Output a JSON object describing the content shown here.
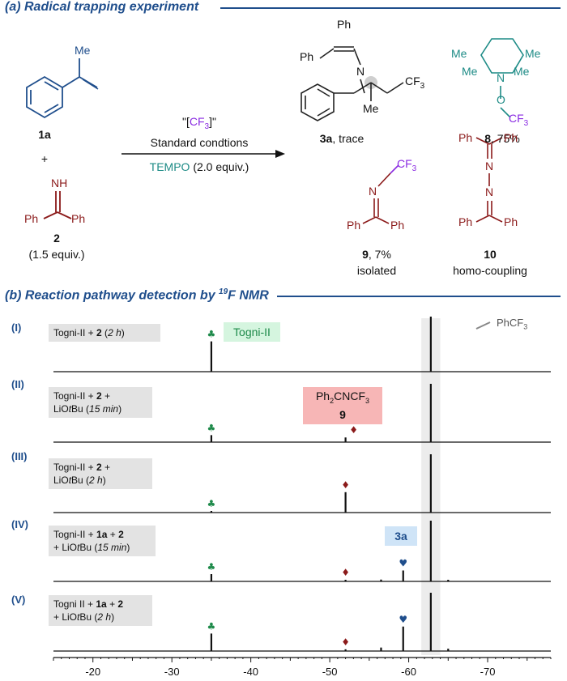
{
  "section_a": {
    "title": "(a) Radical trapping experiment"
  },
  "section_b": {
    "title_prefix": "(b) Reaction pathway detection by ",
    "title_sup": "19",
    "title_suffix": "F NMR"
  },
  "scheme": {
    "reactant1": {
      "label": "1a",
      "substituent": "Me"
    },
    "plus": "+",
    "reactant2": {
      "label": "2",
      "equiv": "(1.5 equiv.)",
      "nh": "NH",
      "ph_left": "Ph",
      "ph_right": "Ph"
    },
    "reagent": {
      "cf3_open": "\"[",
      "cf3": "CF",
      "cf3_sub": "3",
      "cf3_close": "]\"",
      "conditions": "Standard condtions",
      "tempo": "TEMPO",
      "tempo_equiv": "(2.0 equiv.)"
    },
    "product_3a": {
      "label": "3a",
      "note": ", trace",
      "ph1": "Ph",
      "ph2": "Ph",
      "n": "N",
      "cf3": "CF",
      "cf3_sub": "3",
      "me": "Me"
    },
    "product_8": {
      "label": "8",
      "note": ", 75%",
      "me": "Me",
      "n": "N",
      "o": "O",
      "cf3": "CF",
      "cf3_sub": "3"
    },
    "product_9": {
      "label": "9",
      "note": ", 7%",
      "note2": "isolated",
      "n": "N",
      "cf3": "CF",
      "cf3_sub": "3",
      "ph_left": "Ph",
      "ph_right": "Ph"
    },
    "product_10": {
      "label": "10",
      "note": "homo-coupling",
      "ph": "Ph",
      "n": "N"
    }
  },
  "nmr": {
    "reference_label": "PhCF",
    "reference_sub": "3",
    "spectra": [
      {
        "roman": "(I)",
        "line1_a": "Togni-II + ",
        "line1_b": "2",
        "line1_c": " (",
        "line1_d": "2 h",
        "line1_e": ")",
        "line2": ""
      },
      {
        "roman": "(II)",
        "line1_a": "Togni-II + ",
        "line1_b": "2",
        "line1_c": " +",
        "line1_d": "",
        "line1_e": "",
        "line2_a": "LiO",
        "line2_b": "t",
        "line2_c": "Bu (",
        "line2_d": "15 min",
        "line2_e": ")"
      },
      {
        "roman": "(III)",
        "line1_a": "Togni-II + ",
        "line1_b": "2",
        "line1_c": " +",
        "line1_d": "",
        "line1_e": "",
        "line2_a": "LiO",
        "line2_b": "t",
        "line2_c": "Bu (",
        "line2_d": "2 h",
        "line2_e": ")"
      },
      {
        "roman": "(IV)",
        "line1_a": "Togni-II + ",
        "line1_b": "1a",
        "line1_c": " + ",
        "line1_d": "2",
        "line1_e": "",
        "line2_a": "+ LiO",
        "line2_b": "t",
        "line2_c": "Bu (",
        "line2_d": "15 min",
        "line2_e": ")"
      },
      {
        "roman": "(V)",
        "line1_a": "Togni II + ",
        "line1_b": "1a",
        "line1_c": " + ",
        "line1_d": "2",
        "line1_e": "",
        "line2_a": "+ LiO",
        "line2_b": "t",
        "line2_c": "Bu (",
        "line2_d": "2 h",
        "line2_e": ")"
      }
    ],
    "tags": {
      "togni": "Togni-II",
      "ph2cncf3_a": "Ph",
      "ph2cncf3_sub": "2",
      "ph2cncf3_b": "CNCF",
      "ph2cncf3_sub2": "3",
      "ph2cncf3_num": "9",
      "tag_3a": "3a"
    }
  },
  "chart_data": {
    "type": "line",
    "xlabel": "",
    "ylabel": "",
    "xlim": [
      -15,
      -78
    ],
    "x_ticks": [
      -20,
      -30,
      -40,
      -50,
      -60,
      -70
    ],
    "peaks": {
      "togni_II": -35.0,
      "ph2cncf3_9": -52.0,
      "product_3a": -59.3,
      "phcf3": -62.8
    },
    "series": [
      {
        "peaks": [
          [
            -35.0,
            0.55
          ],
          [
            -62.8,
            1.0
          ]
        ]
      },
      {
        "peaks": [
          [
            -35.0,
            0.12
          ],
          [
            -52.0,
            0.08
          ],
          [
            -62.8,
            1.0
          ]
        ]
      },
      {
        "peaks": [
          [
            -35.0,
            0.02
          ],
          [
            -52.0,
            0.35
          ],
          [
            -62.8,
            1.0
          ]
        ]
      },
      {
        "peaks": [
          [
            -35.0,
            0.12
          ],
          [
            -52.0,
            0.02
          ],
          [
            -56.5,
            0.03
          ],
          [
            -59.3,
            0.18
          ],
          [
            -62.8,
            1.0
          ],
          [
            -65.0,
            0.02
          ]
        ]
      },
      {
        "peaks": [
          [
            -35.0,
            0.3
          ],
          [
            -52.0,
            0.03
          ],
          [
            -56.5,
            0.06
          ],
          [
            -59.3,
            0.42
          ],
          [
            -62.8,
            1.0
          ],
          [
            -65.0,
            0.04
          ]
        ]
      }
    ],
    "markers": {
      "club_color": "#1e8a4a",
      "diamond_color": "#8b1a1a",
      "heart_color": "#1f4e8c"
    }
  },
  "colors": {
    "blue": "#1f4e8c",
    "red": "#8b1a1a",
    "teal": "#1d8b86",
    "purple": "#8a2be2",
    "togni_bg": "#d5f5df",
    "ph2cncf3_bg": "#f7b6b6",
    "tag3a_bg": "#cfe4f7",
    "box_gray": "#e3e3e3",
    "highlight": "#ececec"
  }
}
